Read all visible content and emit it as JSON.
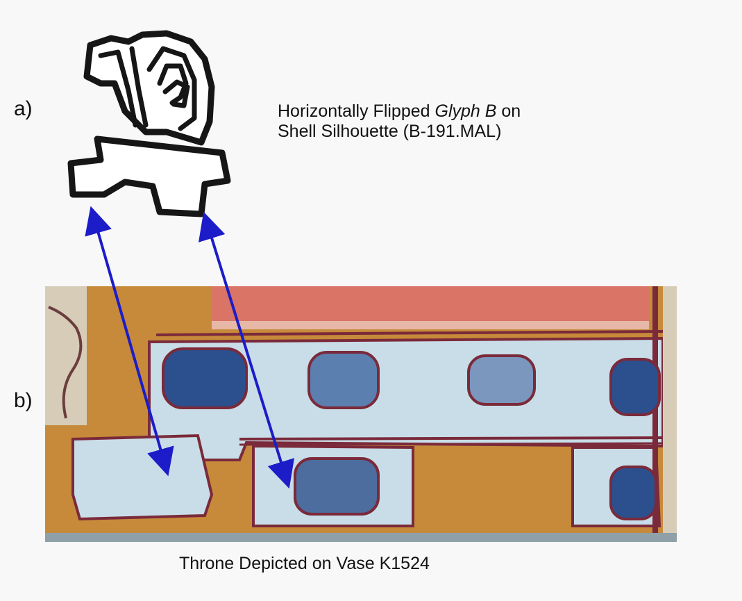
{
  "panel_a": {
    "label": "a)",
    "caption_line1_prefix": "Horizontally Flipped ",
    "caption_line1_italic": "Glyph B",
    "caption_line1_suffix": " on",
    "caption_line2": "Shell Silhouette (B-191.MAL)"
  },
  "panel_b": {
    "label": "b)",
    "caption": "Throne Depicted on Vase K1524"
  },
  "colors": {
    "background": "#f8f8f8",
    "arrow": "#1c1cc8",
    "glyph_outline": "#161616",
    "ochre": "#c68a3a",
    "plaster": "#c9dde8",
    "maroon": "#7a2a3a",
    "blue_pigment": "#2c4f8e",
    "red_band": "#d97466"
  }
}
